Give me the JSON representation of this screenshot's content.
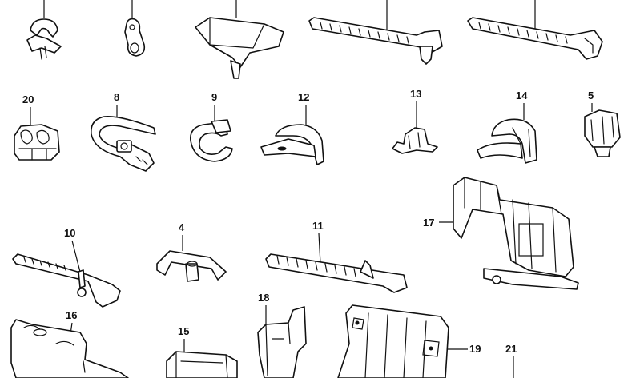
{
  "colors": {
    "line": "#111111",
    "background": "#ffffff"
  },
  "callouts": {
    "c20": "20",
    "c8": "8",
    "c9": "9",
    "c12": "12",
    "c13": "13",
    "c14": "14",
    "c5": "5",
    "c10": "10",
    "c4": "4",
    "c11": "11",
    "c17": "17",
    "c16": "16",
    "c18": "18",
    "c15": "15",
    "c19": "19",
    "c21": "21"
  }
}
